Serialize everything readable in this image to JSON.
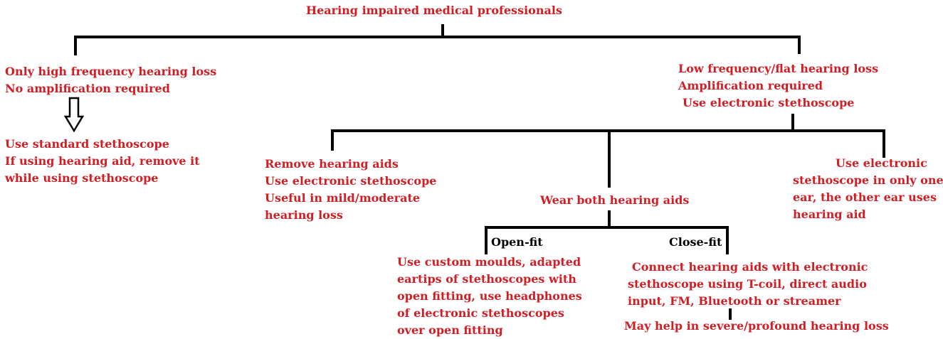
{
  "colors": {
    "text": "#d01e24",
    "line": "#000000",
    "label": "#000000",
    "background": "#ffffff"
  },
  "root": {
    "title": "Hearing impaired medical professionals"
  },
  "left_branch": {
    "condition": [
      "Only high frequency hearing loss",
      "No amplification required"
    ],
    "arrow_icon": "down-arrow-icon",
    "advice": [
      "Use standard stethoscope",
      "If using hearing aid, remove it",
      "while using stethoscope"
    ]
  },
  "right_branch": {
    "condition": [
      "Low frequency/flat hearing loss",
      "Amplification required",
      "Use electronic stethoscope"
    ],
    "option_remove": [
      "Remove hearing aids",
      "Use electronic stethoscope",
      "Useful in mild/moderate",
      "hearing loss"
    ],
    "option_both": {
      "title": "Wear both hearing aids",
      "open_fit": {
        "label": "Open-fit",
        "text": [
          "Use custom moulds, adapted",
          "eartips of stethoscopes with",
          "open fitting, use headphones",
          "of electronic stethoscopes",
          "over open fitting"
        ]
      },
      "close_fit": {
        "label": "Close-fit",
        "text": [
          "Connect hearing aids with electronic",
          "stethoscope using T-coil, direct audio",
          "input, FM, Bluetooth or streamer"
        ],
        "note": "May help in severe/profound hearing loss"
      }
    },
    "option_one_ear": [
      "Use electronic",
      "stethoscope in only one",
      "ear, the other ear uses",
      "hearing aid"
    ]
  }
}
